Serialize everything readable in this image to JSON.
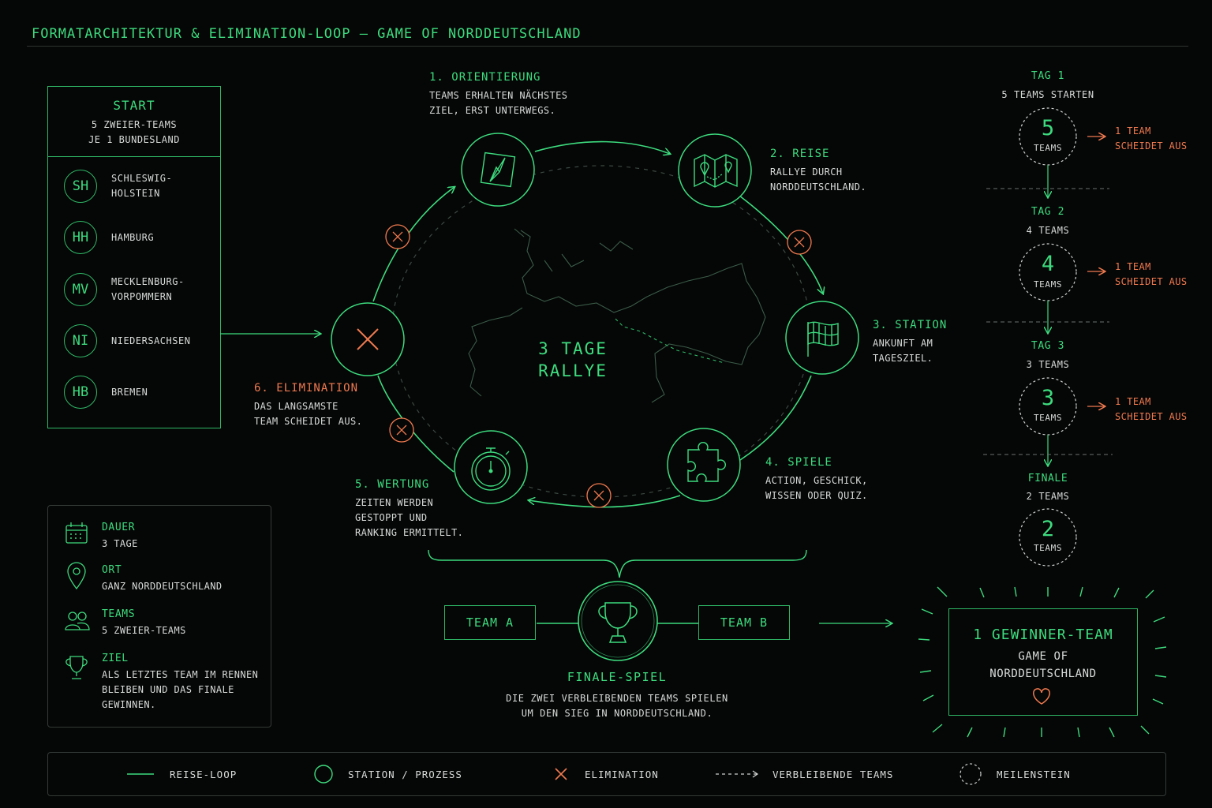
{
  "title": "FORMATARCHITEKTUR & ELIMINATION-LOOP – GAME OF NORDDEUTSCHLAND",
  "start": {
    "title": "START",
    "line1": "5 ZWEIER-TEAMS",
    "line2": "JE 1 BUNDESLAND",
    "states": [
      {
        "code": "SH",
        "name1": "SCHLESWIG-",
        "name2": "HOLSTEIN"
      },
      {
        "code": "HH",
        "name1": "HAMBURG",
        "name2": ""
      },
      {
        "code": "MV",
        "name1": "MECKLENBURG-",
        "name2": "VORPOMMERN"
      },
      {
        "code": "NI",
        "name1": "NIEDERSACHSEN",
        "name2": ""
      },
      {
        "code": "HB",
        "name1": "BREMEN",
        "name2": ""
      }
    ]
  },
  "steps": {
    "s1": {
      "title": "1. ORIENTIERUNG",
      "l1": "TEAMS ERHALTEN NÄCHSTES",
      "l2": "ZIEL, ERST UNTERWEGS.",
      "icon": "compass-icon"
    },
    "s2": {
      "title": "2. REISE",
      "l1": "RALLYE DURCH",
      "l2": "NORDDEUTSCHLAND.",
      "icon": "map-icon"
    },
    "s3": {
      "title": "3. STATION",
      "l1": "ANKUNFT AM",
      "l2": "TAGESZIEL.",
      "icon": "checkered-flag-icon"
    },
    "s4": {
      "title": "4. SPIELE",
      "l1": "ACTION, GESCHICK,",
      "l2": "WISSEN ODER QUIZ.",
      "icon": "puzzle-icon"
    },
    "s5": {
      "title": "5. WERTUNG",
      "l1": "ZEITEN WERDEN",
      "l2": "GESTOPPT UND",
      "l3": "RANKING ERMITTELT.",
      "icon": "stopwatch-icon"
    },
    "s6": {
      "title": "6. ELIMINATION",
      "l1": "DAS LANGSAMSTE",
      "l2": "TEAM SCHEIDET AUS.",
      "icon": "cross-icon"
    }
  },
  "center": {
    "line1": "3 TAGE",
    "line2": "RALLYE"
  },
  "info": [
    {
      "head": "DAUER",
      "l1": "3 TAGE",
      "l2": "",
      "l3": "",
      "icon": "calendar-icon"
    },
    {
      "head": "ORT",
      "l1": "GANZ NORDDEUTSCHLAND",
      "l2": "",
      "l3": "",
      "icon": "location-pin-icon"
    },
    {
      "head": "TEAMS",
      "l1": "5 ZWEIER-TEAMS",
      "l2": "",
      "l3": "",
      "icon": "people-icon"
    },
    {
      "head": "ZIEL",
      "l1": "ALS LETZTES TEAM IM RENNEN",
      "l2": "BLEIBEN UND DAS FINALE",
      "l3": "GEWINNEN.",
      "icon": "trophy-icon"
    }
  ],
  "days": [
    {
      "head": "TAG 1",
      "sub": "5 TEAMS STARTEN",
      "num": "5",
      "lbl": "TEAMS",
      "elim1": "1 TEAM",
      "elim2": "SCHEIDET AUS"
    },
    {
      "head": "TAG 2",
      "sub": "4 TEAMS",
      "num": "4",
      "lbl": "TEAMS",
      "elim1": "1 TEAM",
      "elim2": "SCHEIDET AUS"
    },
    {
      "head": "TAG 3",
      "sub": "3 TEAMS",
      "num": "3",
      "lbl": "TEAMS",
      "elim1": "1 TEAM",
      "elim2": "SCHEIDET AUS"
    },
    {
      "head": "FINALE",
      "sub": "2 TEAMS",
      "num": "2",
      "lbl": "TEAMS",
      "elim1": "",
      "elim2": ""
    }
  ],
  "finale": {
    "team_a": "TEAM A",
    "team_b": "TEAM B",
    "title": "FINALE-SPIEL",
    "l1": "DIE ZWEI VERBLEIBENDEN TEAMS SPIELEN",
    "l2": "UM DEN SIEG IN NORDDEUTSCHLAND."
  },
  "winner": {
    "title": "1 GEWINNER-TEAM",
    "l1": "GAME OF",
    "l2": "NORDDEUTSCHLAND",
    "icon": "heart-icon"
  },
  "legend": {
    "loop": "REISE-LOOP",
    "station": "STATION / PROZESS",
    "elimination": "ELIMINATION",
    "remaining": "VERBLEIBENDE TEAMS",
    "milestone": "MEILENSTEIN"
  },
  "colors": {
    "accent": "#3ddc7e",
    "elimination": "#ef7a4f",
    "background": "#050606",
    "text": "#d8dcd9"
  }
}
